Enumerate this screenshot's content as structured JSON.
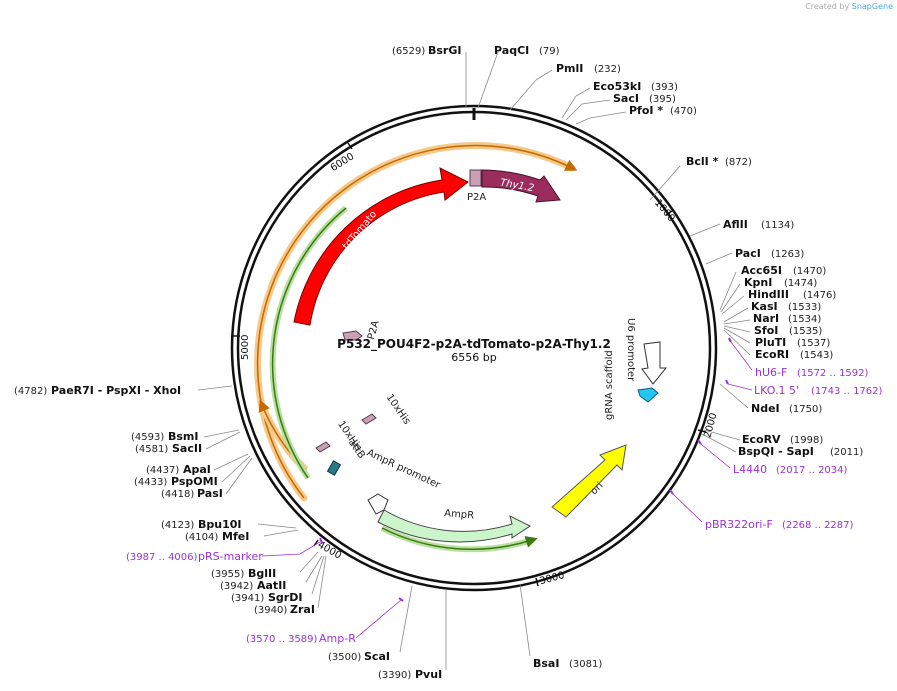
{
  "credit": {
    "prefix": "Created by",
    "brand": "SnapGene"
  },
  "plasmid": {
    "name": "P532_POU4F2-p2A-tdTomato-p2A-Thy1.2",
    "size": "6556 bp"
  },
  "ticks": [
    "1000",
    "2000",
    "3000",
    "4000",
    "5000",
    "6000"
  ],
  "enzymes": [
    {
      "name": "BsrGI",
      "pos": "(6529)",
      "side": "left"
    },
    {
      "name": "PaqCI",
      "pos": "(79)",
      "side": "right"
    },
    {
      "name": "PmlI",
      "pos": "(232)",
      "side": "right"
    },
    {
      "name": "Eco53kI",
      "pos": "(393)",
      "side": "right"
    },
    {
      "name": "SacI",
      "pos": "(395)",
      "side": "right"
    },
    {
      "name": "PfoI *",
      "pos": "(470)",
      "side": "right"
    },
    {
      "name": "BclI *",
      "pos": "(872)",
      "side": "right"
    },
    {
      "name": "AflII",
      "pos": "(1134)",
      "side": "right"
    },
    {
      "name": "PacI",
      "pos": "(1263)",
      "side": "right"
    },
    {
      "name": "Acc65I",
      "pos": "(1470)",
      "side": "right"
    },
    {
      "name": "KpnI",
      "pos": "(1474)",
      "side": "right"
    },
    {
      "name": "HindIII",
      "pos": "(1476)",
      "side": "right"
    },
    {
      "name": "KasI",
      "pos": "(1533)",
      "side": "right"
    },
    {
      "name": "NarI",
      "pos": "(1534)",
      "side": "right"
    },
    {
      "name": "SfoI",
      "pos": "(1535)",
      "side": "right"
    },
    {
      "name": "PluTI",
      "pos": "(1537)",
      "side": "right"
    },
    {
      "name": "EcoRI",
      "pos": "(1543)",
      "side": "right"
    },
    {
      "name": "NdeI",
      "pos": "(1750)",
      "side": "right"
    },
    {
      "name": "EcoRV",
      "pos": "(1998)",
      "side": "right"
    },
    {
      "name": "BspQI - SapI",
      "pos": "(2011)",
      "side": "right"
    },
    {
      "name": "BsaI",
      "pos": "(3081)",
      "side": "right"
    },
    {
      "name": "PvuI",
      "pos": "(3390)",
      "side": "left"
    },
    {
      "name": "ScaI",
      "pos": "(3500)",
      "side": "left"
    },
    {
      "name": "ZraI",
      "pos": "(3940)",
      "side": "left"
    },
    {
      "name": "SgrDI",
      "pos": "(3941)",
      "side": "left"
    },
    {
      "name": "AatII",
      "pos": "(3942)",
      "side": "left"
    },
    {
      "name": "BglII",
      "pos": "(3955)",
      "side": "left"
    },
    {
      "name": "MfeI",
      "pos": "(4104)",
      "side": "left"
    },
    {
      "name": "Bpu10I",
      "pos": "(4123)",
      "side": "left"
    },
    {
      "name": "PasI",
      "pos": "(4418)",
      "side": "left"
    },
    {
      "name": "PspOMI",
      "pos": "(4433)",
      "side": "left"
    },
    {
      "name": "ApaI",
      "pos": "(4437)",
      "side": "left"
    },
    {
      "name": "SacII",
      "pos": "(4581)",
      "side": "left"
    },
    {
      "name": "BsmI",
      "pos": "(4593)",
      "side": "left"
    },
    {
      "name": "PaeR7I - PspXI - XhoI",
      "pos": "(4782)",
      "side": "left"
    }
  ],
  "primers": [
    {
      "name": "hU6-F",
      "pos": "(1572 .. 1592)"
    },
    {
      "name": "LKO.1 5'",
      "pos": "(1743 .. 1762)"
    },
    {
      "name": "L4440",
      "pos": "(2017 .. 2034)"
    },
    {
      "name": "pBR322ori-F",
      "pos": "(2268 .. 2287)"
    },
    {
      "name": "pRS-marker",
      "pos": "(3987 .. 4006)"
    },
    {
      "name": "Amp-R",
      "pos": "(3570 .. 3589)"
    }
  ],
  "features": {
    "tdTomato": "tdTomato",
    "thy": "Thy1.2",
    "p2a_top": "P2A",
    "p2a_mid": "P2A",
    "u6": "U6 promoter",
    "grna": "gRNA scaffold",
    "ori": "ori",
    "ampr": "AmpR",
    "ampr_promoter": "AmpR promoter",
    "his1": "10xHis",
    "his2": "10xHis",
    "attb": "attB"
  },
  "colors": {
    "backbone": "#111111",
    "tdTomato": "#ff0000",
    "thy": "#9b2c5e",
    "p2a": "#c9a0b4",
    "ori": "#ffff00",
    "ampr": "#ccf5cc",
    "u6": "#ffffff",
    "grna": "#22c8f0",
    "attb": "#2b7a8a",
    "his": "#c9a0b4",
    "primer": "#9b30d9",
    "orange_arc": "#f6c98a",
    "green_arc": "#4a9a20"
  }
}
